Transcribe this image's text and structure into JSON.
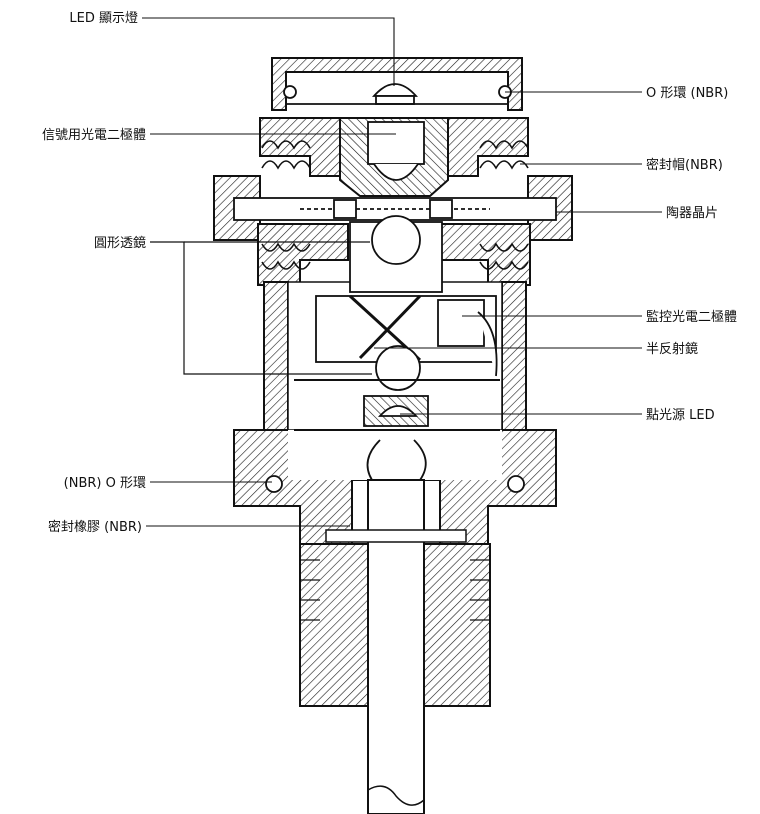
{
  "colors": {
    "ink": "#111111",
    "paper": "#ffffff",
    "hatch": "#1a1a1a"
  },
  "labels": {
    "led_indicator": "LED 顯示燈",
    "o_ring_top": "O 形環 (NBR)",
    "signal_photodiode": "信號用光電二極體",
    "seal_cap": "密封帽(NBR)",
    "ceramic_chip": "陶器晶片",
    "round_lens": "圓形透鏡",
    "monitor_photodiode": "監控光電二極體",
    "half_mirror": "半反射鏡",
    "point_source_led": "點光源 LED",
    "o_ring_bottom": "(NBR) O 形環",
    "seal_rubber": "密封橡膠 (NBR)"
  }
}
